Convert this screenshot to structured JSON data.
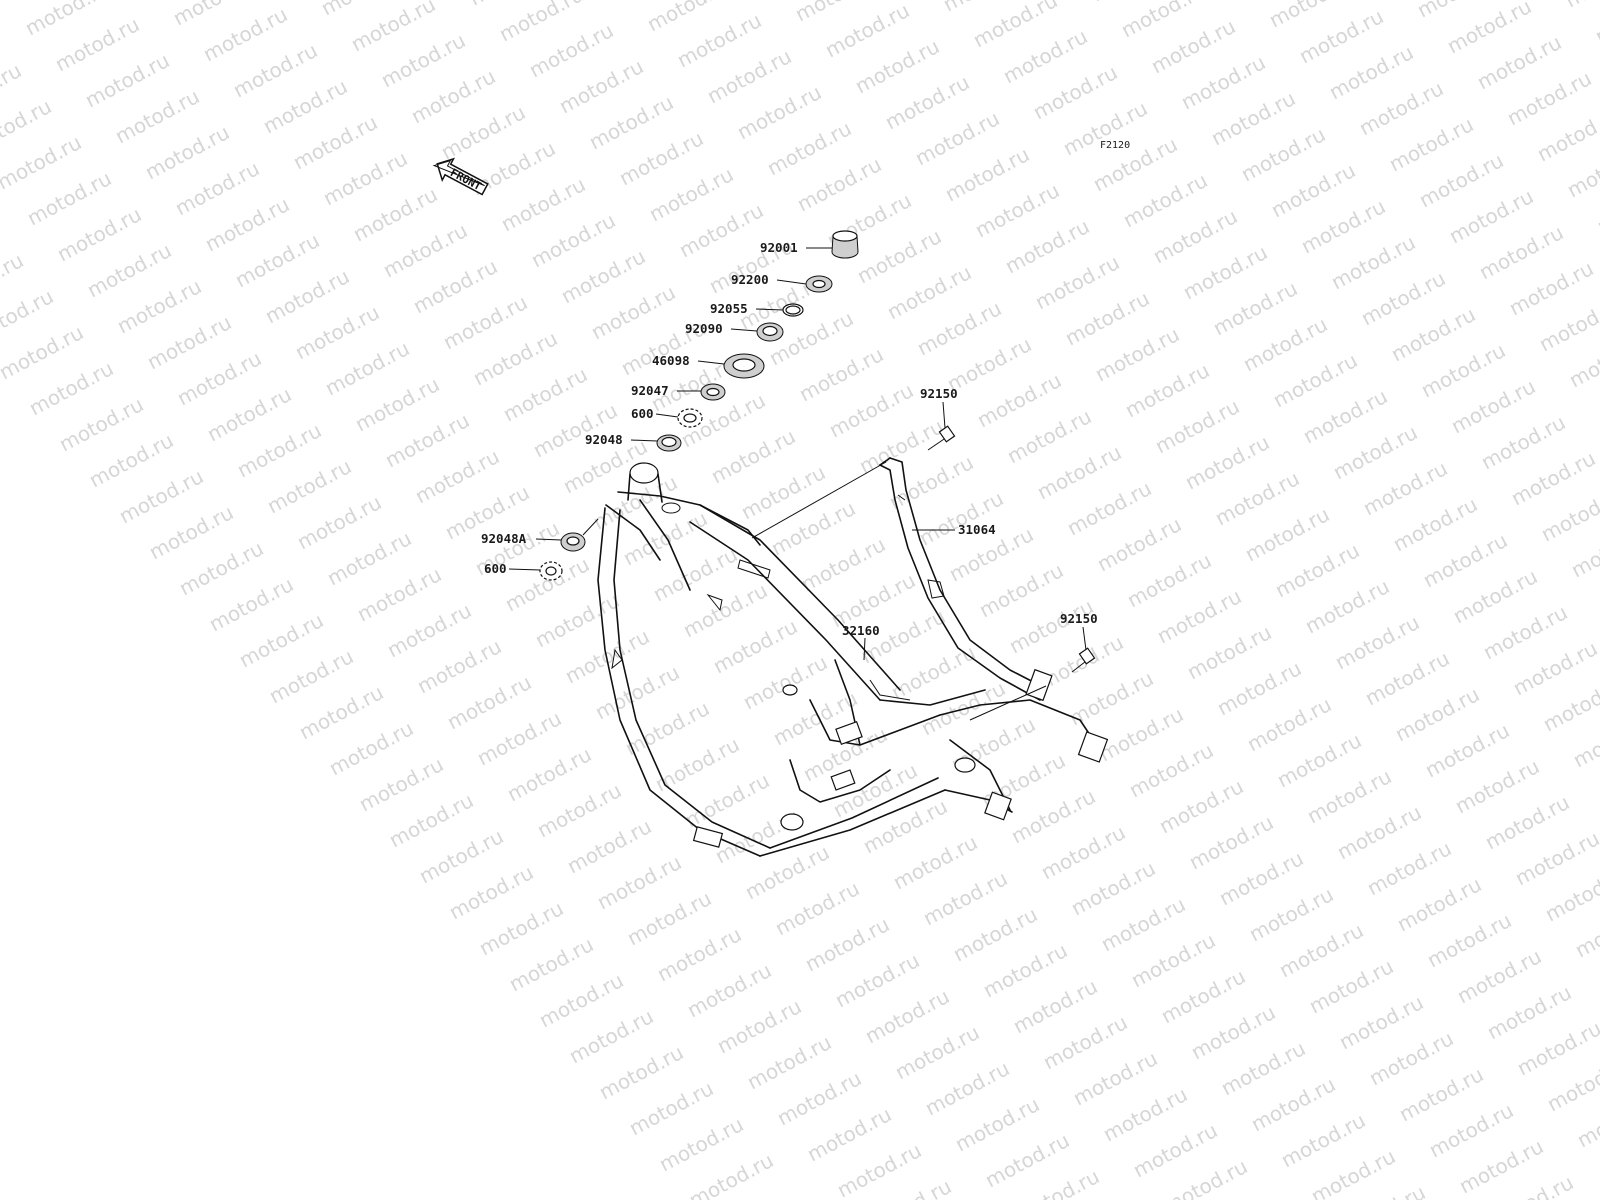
{
  "watermark_text": "motod.ru",
  "figure_ref": "F2120",
  "front_label": "FRONT",
  "parts": [
    {
      "id": "p-92001",
      "label": "92001"
    },
    {
      "id": "p-92200",
      "label": "92200"
    },
    {
      "id": "p-92055",
      "label": "92055"
    },
    {
      "id": "p-92090",
      "label": "92090"
    },
    {
      "id": "p-46098",
      "label": "46098"
    },
    {
      "id": "p-92047",
      "label": "92047"
    },
    {
      "id": "p-600a",
      "label": "600"
    },
    {
      "id": "p-92048",
      "label": "92048"
    },
    {
      "id": "p-92048A",
      "label": "92048A"
    },
    {
      "id": "p-600b",
      "label": "600"
    },
    {
      "id": "p-92150a",
      "label": "92150"
    },
    {
      "id": "p-31064",
      "label": "31064"
    },
    {
      "id": "p-92150b",
      "label": "92150"
    },
    {
      "id": "p-32160",
      "label": "32160"
    }
  ]
}
